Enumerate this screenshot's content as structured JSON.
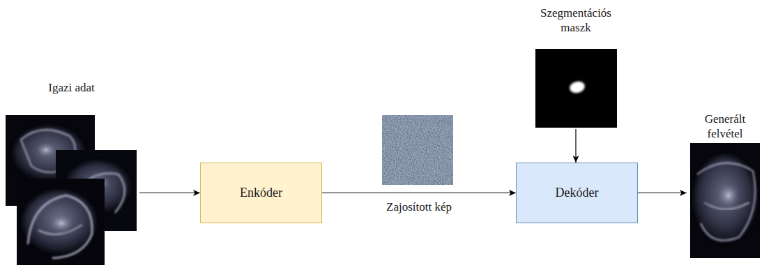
{
  "diagram": {
    "nodes": [
      {
        "text": [
          "Igazi adat"
        ]
      },
      {
        "text": [
          "Enkóder"
        ]
      },
      {
        "text": [
          "Szegmentációs maszk"
        ]
      },
      {
        "text": [
          "Dekóder"
        ]
      },
      {
        "text": [
          "Generált felvétel"
        ]
      }
    ],
    "edges": [
      {
        "from": 0,
        "to": 1,
        "arrow": "to"
      },
      {
        "from": 1,
        "to": 3,
        "label": "Zajosított kép",
        "arrow": "to"
      },
      {
        "from": 2,
        "to": 3,
        "arrow": "to"
      },
      {
        "from": 3,
        "to": 4,
        "arrow": "to"
      }
    ]
  }
}
